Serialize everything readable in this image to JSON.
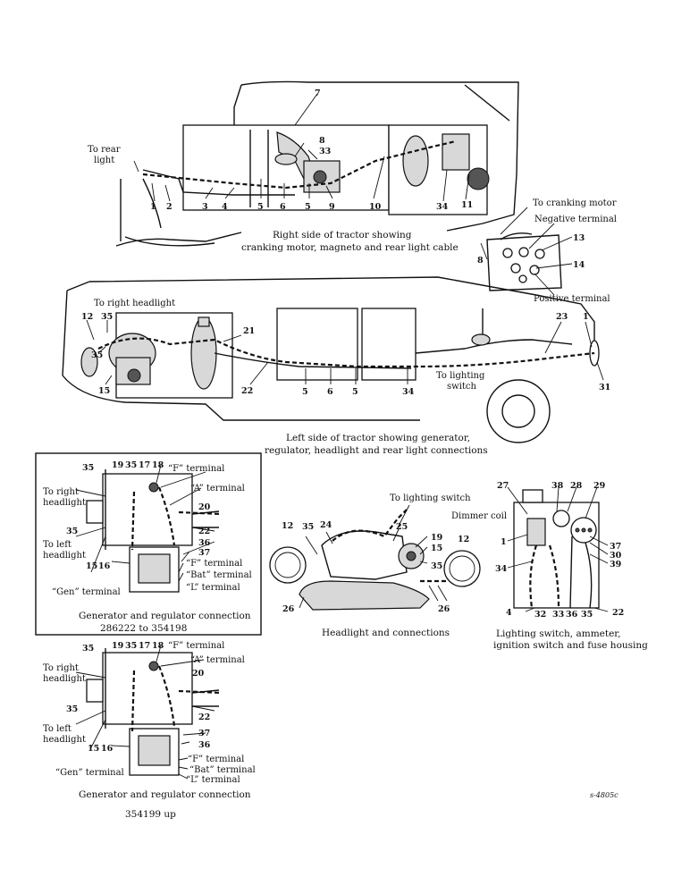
{
  "captions": {
    "right_side": [
      "Right side of tractor showing",
      "cranking motor, magneto and rear light cable"
    ],
    "left_side": [
      "Left side of tractor showing generator,",
      "regulator, headlight and rear light connections"
    ],
    "gen_reg_1": [
      "Generator and regulator connection",
      "286222 to 354198"
    ],
    "gen_reg_2": [
      "Generator and regulator connection",
      "354199 up"
    ],
    "headlight": "Headlight and connections",
    "lighting_switch": [
      "Lighting switch, ammeter,",
      "ignition switch and fuse housing"
    ],
    "code": "s-4805c"
  },
  "labels": {
    "to_rear_light": [
      "To rear",
      "light"
    ],
    "to_cranking_motor": "To cranking motor",
    "negative_terminal": "Negative terminal",
    "positive_terminal": "Positive terminal",
    "to_right_headlight": "To right headlight",
    "to_lighting_switch_a": [
      "To lighting",
      "switch"
    ],
    "to_lighting_switch_b": "To lighting switch",
    "dimmer_coil": "Dimmer coil",
    "f_terminal": "“F” terminal",
    "a_terminal": "“A” terminal",
    "bat_terminal": "“Bat” terminal",
    "l_terminal": "“L” terminal",
    "gen_terminal": "“Gen” terminal",
    "to_right_headlight_2": [
      "To right",
      "headlight"
    ],
    "to_left_headlight": [
      "To left",
      "headlight"
    ]
  },
  "callouts": {
    "rs": [
      "7",
      "8",
      "33",
      "1",
      "2",
      "3",
      "4",
      "5",
      "6",
      "5",
      "9",
      "10",
      "34",
      "11"
    ],
    "neg": [
      "8",
      "13",
      "14"
    ],
    "ls": [
      "12",
      "35",
      "35",
      "15",
      "21",
      "22",
      "5",
      "6",
      "5",
      "34",
      "23",
      "1",
      "31"
    ],
    "g1": [
      "35",
      "19",
      "35",
      "17",
      "18",
      "20",
      "22",
      "35",
      "36",
      "37",
      "15",
      "16"
    ],
    "hl": [
      "12",
      "35",
      "24",
      "25",
      "19",
      "15",
      "35",
      "12",
      "26",
      "26"
    ],
    "sw": [
      "27",
      "38",
      "28",
      "29",
      "1",
      "37",
      "30",
      "39",
      "34",
      "4",
      "32",
      "33",
      "36",
      "35",
      "22"
    ],
    "g2": [
      "35",
      "19",
      "35",
      "17",
      "18",
      "20",
      "22",
      "35",
      "37",
      "36",
      "15",
      "16"
    ]
  }
}
